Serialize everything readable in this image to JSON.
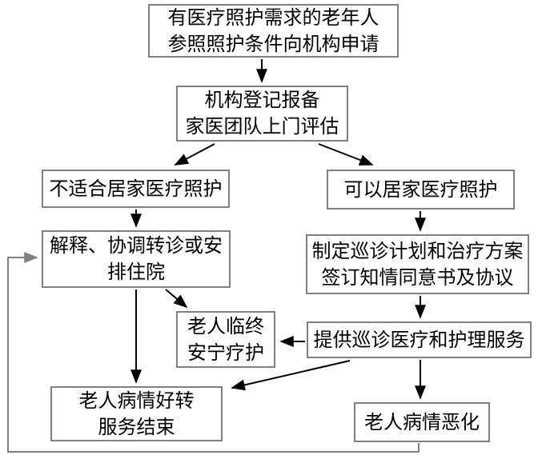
{
  "colors": {
    "box_border": "#808080",
    "box_background": "#ffffff",
    "text": "#000000",
    "arrow": "#000000",
    "loop_arrow": "#808080"
  },
  "nodes": [
    {
      "id": "apply",
      "text": "有医疗照护需求的老年人\n参照照护条件向机构申请"
    },
    {
      "id": "register",
      "text": "机构登记报备\n家医团队上门评估"
    },
    {
      "id": "not_suitable",
      "text": "不适合居家医疗照护"
    },
    {
      "id": "suitable",
      "text": "可以居家医疗照护"
    },
    {
      "id": "referral",
      "text": "解释、协调转诊或安\n排住院"
    },
    {
      "id": "care_plan",
      "text": "制定巡诊计划和治疗方案\n签订知情同意书及协议"
    },
    {
      "id": "hospice",
      "text": "老人临终\n安宁疗护"
    },
    {
      "id": "service",
      "text": "提供巡诊医疗和护理服务"
    },
    {
      "id": "improved",
      "text": "老人病情好转\n服务结束"
    },
    {
      "id": "worsened",
      "text": "老人病情恶化"
    }
  ],
  "edges": [
    {
      "from": "apply",
      "to": "register",
      "style": "solid"
    },
    {
      "from": "register",
      "to": "not_suitable",
      "style": "solid"
    },
    {
      "from": "register",
      "to": "suitable",
      "style": "solid"
    },
    {
      "from": "not_suitable",
      "to": "referral",
      "style": "solid"
    },
    {
      "from": "suitable",
      "to": "care_plan",
      "style": "solid"
    },
    {
      "from": "referral",
      "to": "improved",
      "style": "solid"
    },
    {
      "from": "referral",
      "to": "hospice",
      "style": "solid"
    },
    {
      "from": "care_plan",
      "to": "service",
      "style": "solid"
    },
    {
      "from": "service",
      "to": "hospice",
      "style": "solid"
    },
    {
      "from": "service",
      "to": "improved",
      "style": "solid"
    },
    {
      "from": "service",
      "to": "worsened",
      "style": "solid"
    },
    {
      "from": "worsened",
      "to": "referral",
      "style": "loop"
    }
  ]
}
